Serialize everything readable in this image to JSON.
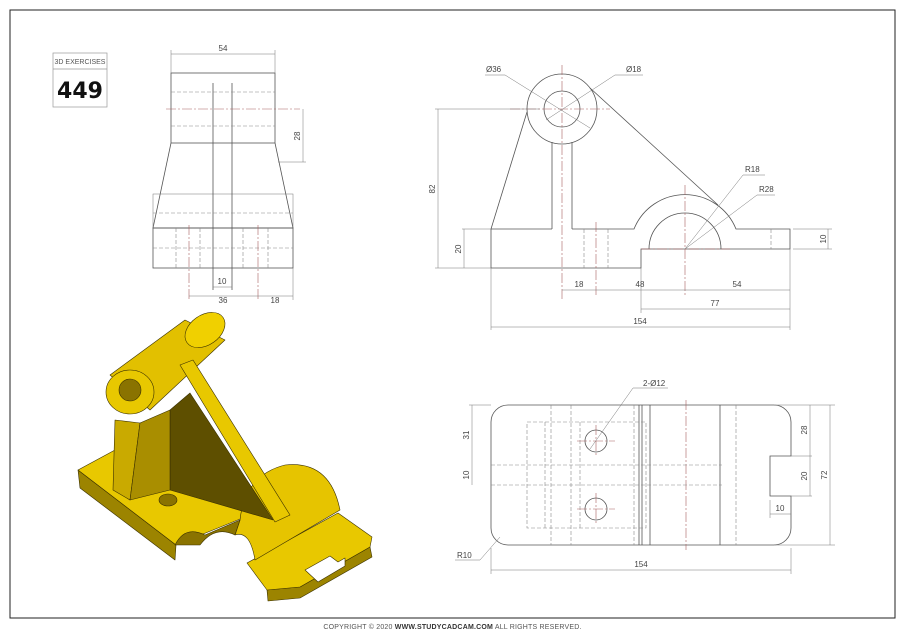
{
  "badge": {
    "label": "3D EXERCISES",
    "number": "449"
  },
  "front_view": {
    "dims": {
      "width_top": "54",
      "height_28": "28",
      "rib": "10",
      "hole_spacing": "36",
      "edge": "18"
    }
  },
  "side_view": {
    "dims": {
      "boss_od": "Ø36",
      "boss_id": "Ø18",
      "height": "82",
      "base": "20",
      "plate": "10",
      "r_inner": "R18",
      "r_outer": "R28",
      "d18": "18",
      "d48": "48",
      "d54": "54",
      "d77": "77",
      "length": "154"
    }
  },
  "top_view": {
    "dims": {
      "holes": "2-Ø12",
      "d31": "31",
      "d10": "10",
      "d28": "28",
      "d20": "20",
      "d72": "72",
      "notch": "10",
      "corner": "R10",
      "length": "154"
    }
  },
  "iso_view": {
    "color": "#e8c800",
    "shade": "#6b5a00"
  },
  "footer": {
    "prefix": "COPYRIGHT © 2020 ",
    "site": "WWW.STUDYCADCAM.COM",
    "suffix": " ALL RIGHTS RESERVED."
  }
}
